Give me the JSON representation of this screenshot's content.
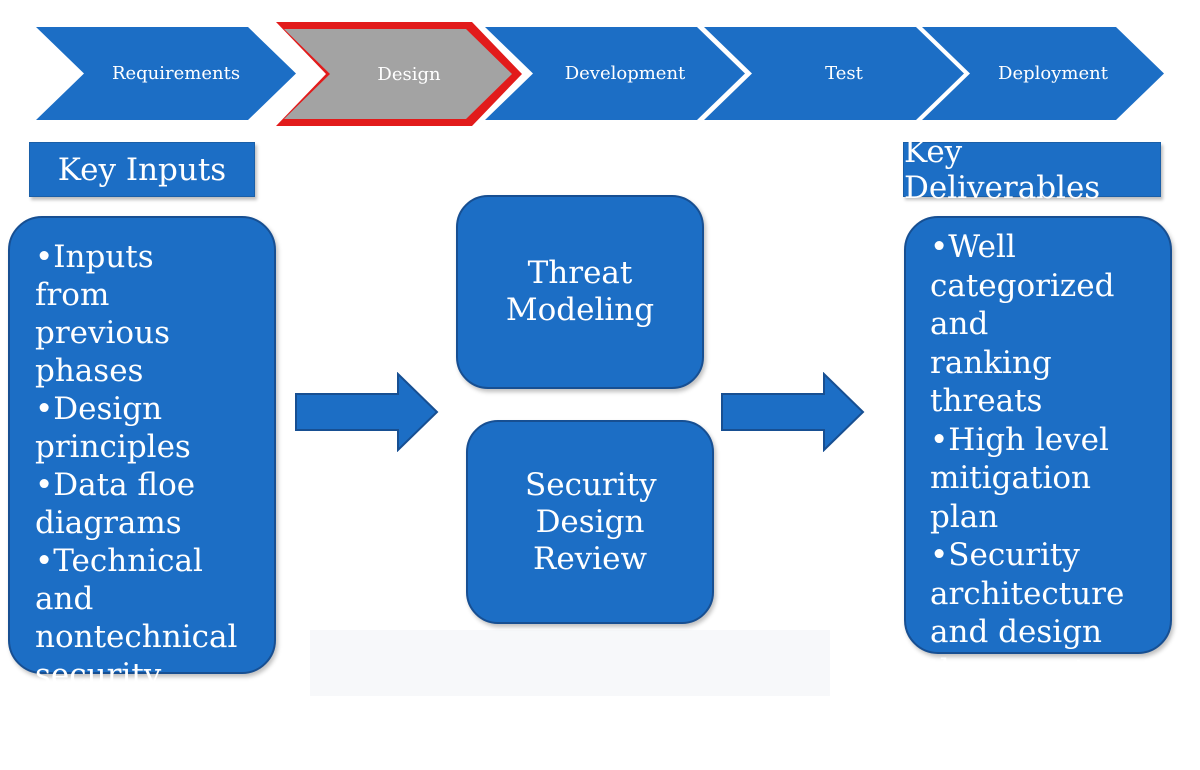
{
  "phases": [
    {
      "label": "Requirements",
      "selected": false
    },
    {
      "label": "Design",
      "selected": true
    },
    {
      "label": "Development",
      "selected": false
    },
    {
      "label": "Test",
      "selected": false
    },
    {
      "label": "Deployment",
      "selected": false
    }
  ],
  "key_inputs": {
    "title": "Key Inputs",
    "items": [
      "•Inputs from previous phases",
      "•Design principles",
      "•Data floe diagrams",
      "•Technical and nontechnical security control requirements"
    ]
  },
  "center": {
    "threat_modeling": "Threat Modeling",
    "security_review": "Security Design Review"
  },
  "key_deliverables": {
    "title": "Key Deliverables",
    "items": [
      "•Well categorized and ranking threats",
      "•High level mitigation plan",
      "•Security architecture and design document"
    ]
  },
  "colors": {
    "box_blue": "#1c6ec5",
    "selected_gray": "#a3a3a3",
    "highlight_red": "#e21b1b"
  }
}
